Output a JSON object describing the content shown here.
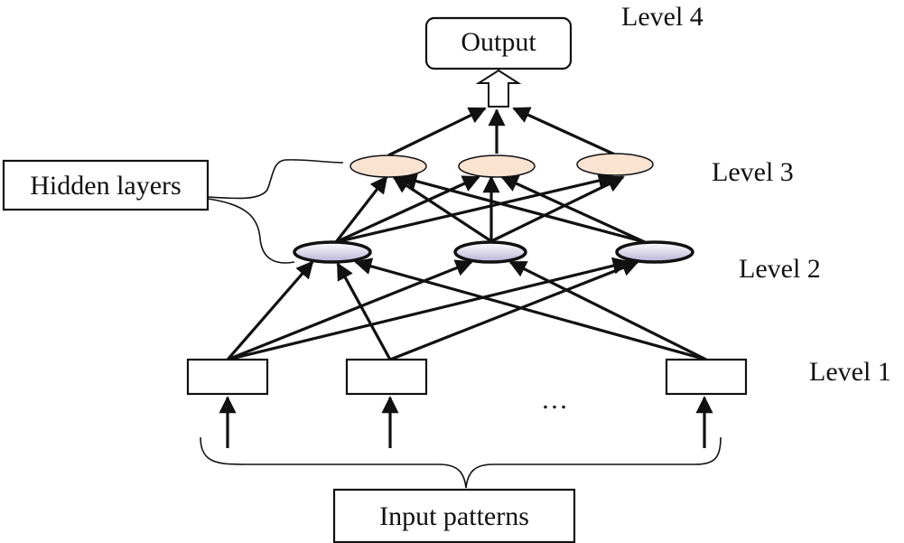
{
  "labels": {
    "output": "Output",
    "level4": "Level 4",
    "level3": "Level 3",
    "level2": "Level 2",
    "level1": "Level 1",
    "hidden_layers": "Hidden layers",
    "input_patterns": "Input patterns",
    "ellipsis": "…"
  },
  "colors": {
    "stroke": "#111111",
    "level3_node_fill": "#fbe3d2",
    "level2_node_fill_light": "#ffffff",
    "level2_node_fill_dark": "#b9b2d6"
  }
}
